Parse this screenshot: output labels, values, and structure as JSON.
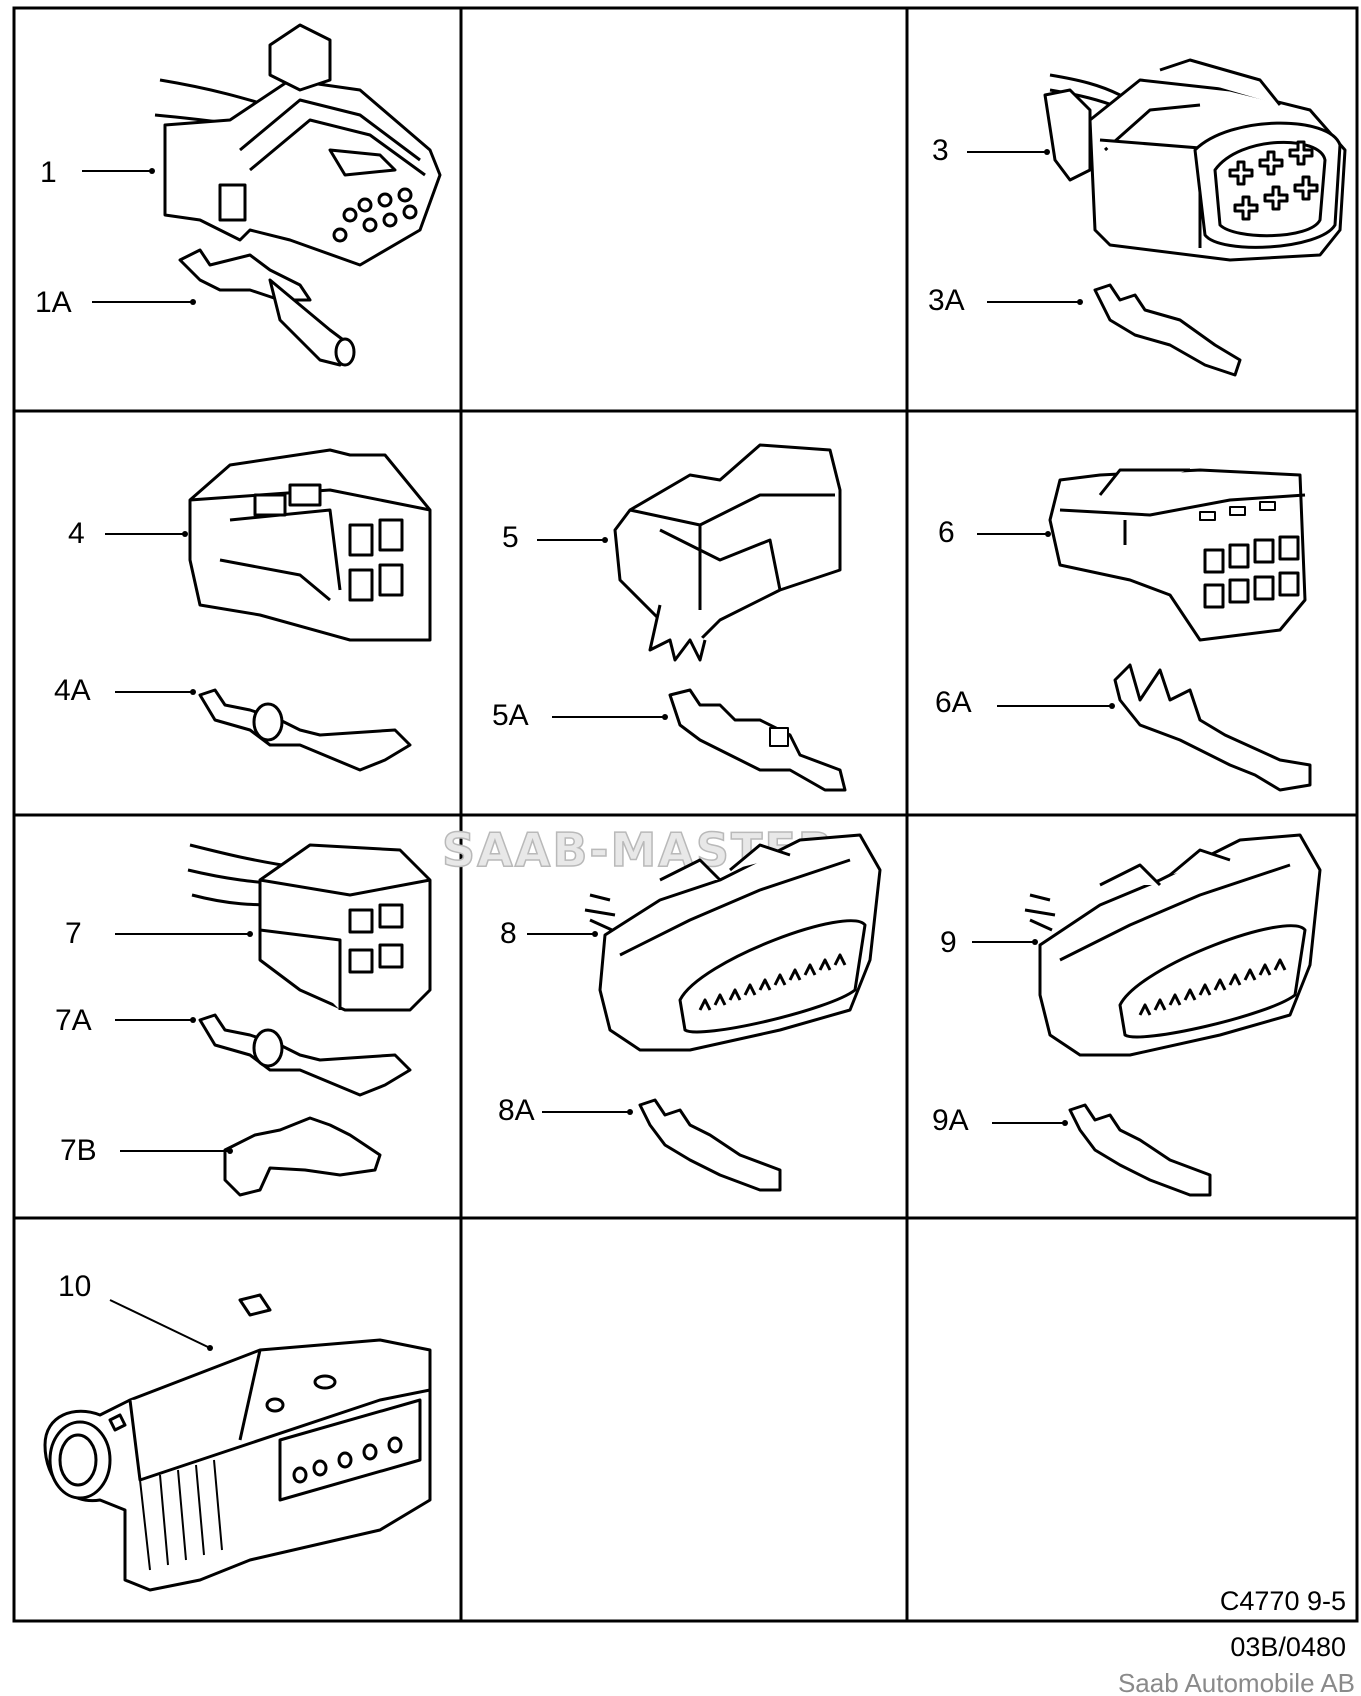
{
  "labels": {
    "l1": "1",
    "l1a": "1A",
    "l3": "3",
    "l3a": "3A",
    "l4": "4",
    "l4a": "4A",
    "l5": "5",
    "l5a": "5A",
    "l6": "6",
    "l6a": "6A",
    "l7": "7",
    "l7a": "7A",
    "l7b": "7B",
    "l8": "8",
    "l8a": "8A",
    "l9": "9",
    "l9a": "9A",
    "l10": "10"
  },
  "watermark": "SAAB-MASTER",
  "footer": {
    "code": "C4770 9-5",
    "ref": "03B/0480",
    "company": "Saab Automobile AB"
  }
}
